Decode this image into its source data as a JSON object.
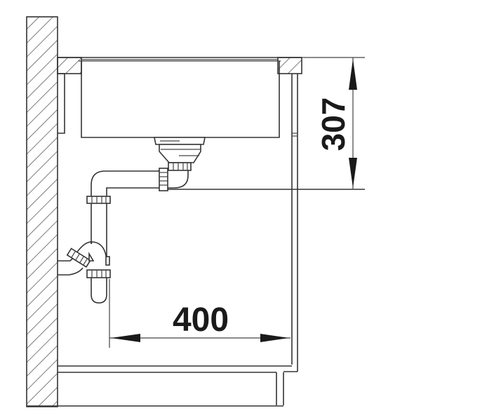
{
  "diagram": {
    "type": "sink-installation-drawing",
    "components": [
      "wall",
      "countertop",
      "sink-bowl",
      "drain-strainer",
      "waste-pipe",
      "p-trap",
      "cabinet",
      "plinth"
    ],
    "colors": {
      "line": "#333333",
      "dimension": "#1a1a1a",
      "background": "#ffffff"
    }
  },
  "dimensions": {
    "vertical": {
      "value": "307",
      "label": "307"
    },
    "horizontal": {
      "value": "400",
      "label": "400"
    }
  }
}
